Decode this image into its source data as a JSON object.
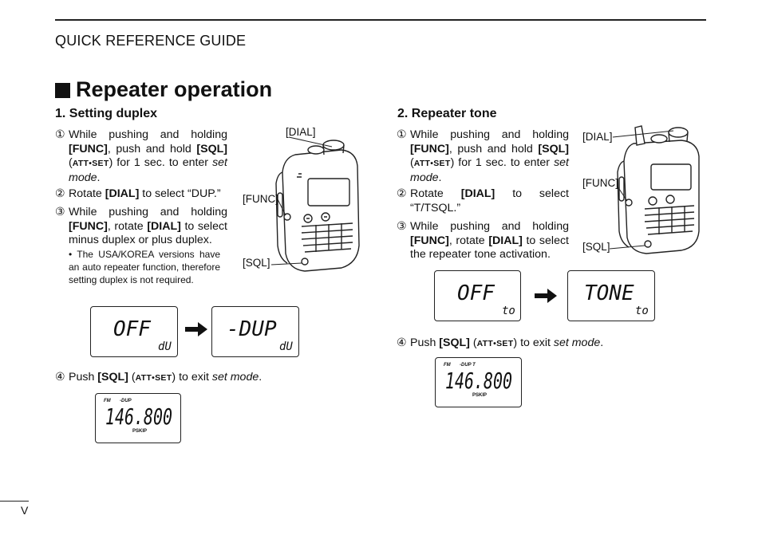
{
  "header": {
    "guide_title": "QUICK REFERENCE GUIDE"
  },
  "section": {
    "title": "Repeater operation"
  },
  "duplex": {
    "heading": "1. Setting duplex",
    "steps": [
      {
        "num": "①",
        "t1": "While pushing and holding ",
        "b1": "[FUNC]",
        "t2": ", push and hold ",
        "b2": "[SQL]",
        "t3": " (",
        "sc": "ATT•SET",
        "t4": ") for 1 sec. to enter ",
        "i1": "set mode",
        "t5": "."
      },
      {
        "num": "②",
        "t1": "Rotate ",
        "b1": "[DIAL]",
        "t2": " to select “DUP.”"
      },
      {
        "num": "③",
        "t1": "While pushing and holding ",
        "b1": "[FUNC]",
        "t2": ", rotate ",
        "b2": "[DIAL]",
        "t3": " to select minus duplex or plus duplex."
      }
    ],
    "note": "• The USA/KOREA versions have an auto repeater function, therefore setting duplex is not required.",
    "step4": {
      "num": "④",
      "t1": "Push ",
      "b1": "[SQL]",
      "t2": " (",
      "sc": "ATT•SET",
      "t3": ") to exit ",
      "i1": "set mode",
      "t4": "."
    },
    "callouts": {
      "dial": "[DIAL]",
      "func": "[FUNC]",
      "sql": "[SQL]"
    },
    "lcd_before": {
      "main": "OFF",
      "sub": "dU"
    },
    "lcd_after": {
      "main": "-DUP",
      "sub": "dU"
    },
    "lcd_freq": {
      "ind1": "FM",
      "ind2": "-DUP",
      "freq": "146.800",
      "ind3": "PSKIP"
    }
  },
  "tone": {
    "heading": "2. Repeater tone",
    "steps": [
      {
        "num": "①",
        "t1": "While pushing and holding ",
        "b1": "[FUNC]",
        "t2": ", push and hold ",
        "b2": "[SQL]",
        "t3": " (",
        "sc": "ATT•SET",
        "t4": ") for 1 sec. to enter ",
        "i1": "set mode",
        "t5": "."
      },
      {
        "num": "②",
        "t1": "Rotate ",
        "b1": "[DIAL]",
        "t2": " to select “T/TSQL.”"
      },
      {
        "num": "③",
        "t1": "While pushing and holding ",
        "b1": "[FUNC]",
        "t2": ", rotate ",
        "b2": "[DIAL]",
        "t3": " to select the repeater tone activation."
      }
    ],
    "step4": {
      "num": "④",
      "t1": "Push ",
      "b1": "[SQL]",
      "t2": " (",
      "sc": "ATT•SET",
      "t3": ") to exit ",
      "i1": "set mode",
      "t4": "."
    },
    "callouts": {
      "dial": "[DIAL]",
      "func": "[FUNC]",
      "sql": "[SQL]"
    },
    "lcd_before": {
      "main": "OFF",
      "sub": "to"
    },
    "lcd_after": {
      "main": "TONE",
      "sub": "to"
    },
    "lcd_freq": {
      "ind1": "FM",
      "ind2": "-DUP T",
      "freq": "146.800",
      "ind3": "PSKIP"
    }
  },
  "footer": {
    "page_number": "V"
  }
}
